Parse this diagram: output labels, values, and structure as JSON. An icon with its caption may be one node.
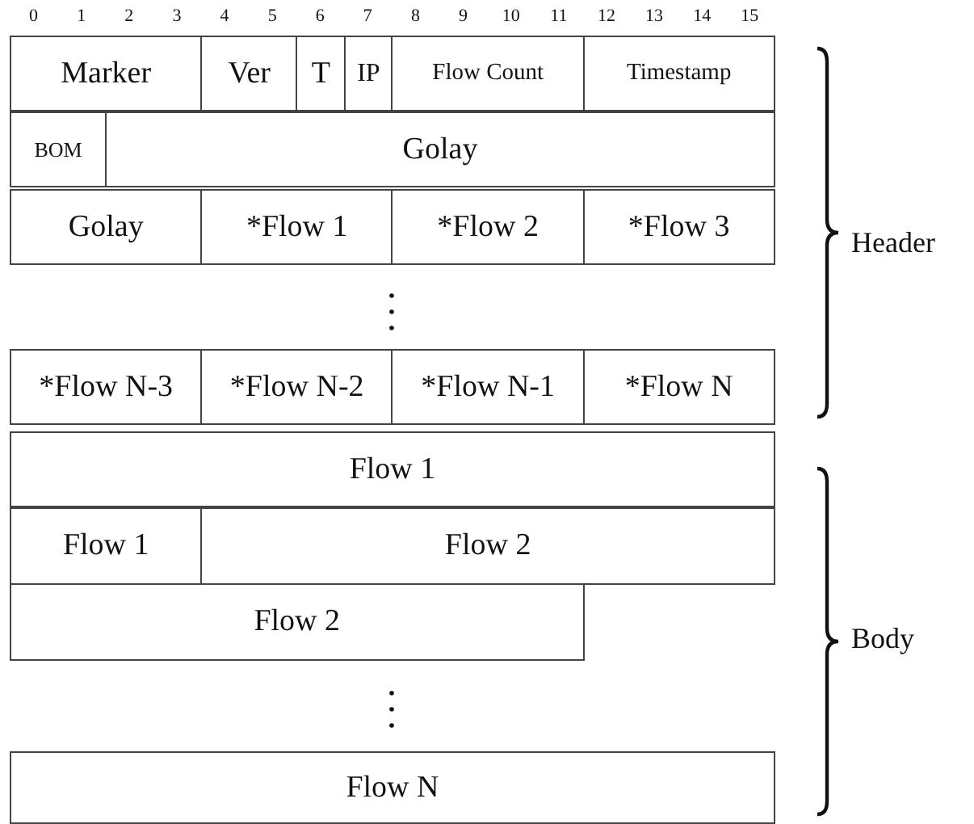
{
  "diagram": {
    "nodes": [
      {
        "text": [
          "Marker"
        ]
      },
      {
        "text": [
          "Ver"
        ]
      },
      {
        "text": [
          "T"
        ]
      },
      {
        "text": [
          "IP"
        ]
      },
      {
        "text": [
          "Flow Count"
        ]
      },
      {
        "text": [
          "Timestamp"
        ]
      },
      {
        "text": [
          "BOM"
        ]
      },
      {
        "text": [
          "Golay"
        ]
      },
      {
        "text": [
          "Golay"
        ]
      },
      {
        "text": [
          "*Flow 1"
        ]
      },
      {
        "text": [
          "*Flow 2"
        ]
      },
      {
        "text": [
          "*Flow 3"
        ]
      },
      {
        "text": [
          "*Flow N-3"
        ]
      },
      {
        "text": [
          "*Flow N-2"
        ]
      },
      {
        "text": [
          "*Flow N-1"
        ]
      },
      {
        "text": [
          "*Flow N"
        ]
      },
      {
        "text": [
          "Flow 1"
        ]
      },
      {
        "text": [
          "Flow 1"
        ]
      },
      {
        "text": [
          "Flow 2"
        ]
      },
      {
        "text": [
          "Flow 2"
        ]
      },
      {
        "text": [
          "Flow N"
        ]
      }
    ],
    "edges": [],
    "labels": [
      "0",
      "1",
      "2",
      "3",
      "4",
      "5",
      "6",
      "7",
      "8",
      "9",
      "10",
      "11",
      "12",
      "13",
      "14",
      "15",
      "Header",
      "Body"
    ]
  }
}
